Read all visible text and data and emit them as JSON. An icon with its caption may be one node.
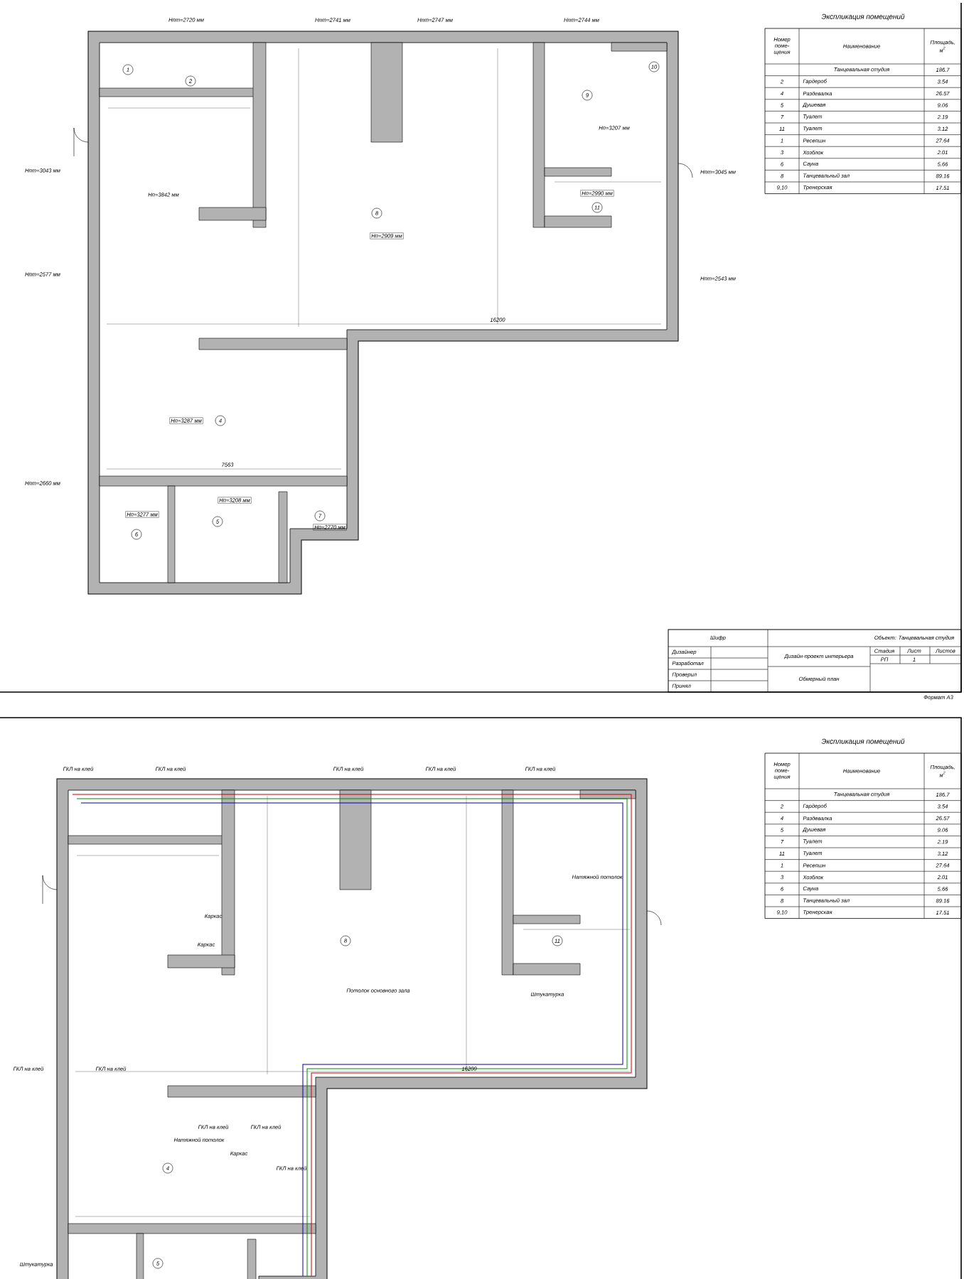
{
  "diagram": {
    "nodes": [
      {
        "text": [
          "1"
        ]
      },
      {
        "text": [
          "2"
        ]
      },
      {
        "text": [
          "10"
        ]
      },
      {
        "text": [
          "9"
        ]
      },
      {
        "text": [
          "8"
        ],
        "beside": [
          "Нп=2909 мм"
        ]
      },
      {
        "text": [
          "11"
        ],
        "beside": [
          "Нп=2990 мм"
        ]
      },
      {
        "text": [
          "4"
        ],
        "beside": [
          "Нп=3287 мм"
        ]
      },
      {
        "text": [
          "7"
        ],
        "beside": [
          "Нп=2770 мм"
        ]
      },
      {
        "text": [
          "5"
        ],
        "beside": [
          "Нп=3208 мм"
        ]
      },
      {
        "text": [
          "6"
        ],
        "beside": [
          "Нп=3277 мм"
        ]
      },
      {
        "text": [
          "8"
        ]
      },
      {
        "text": [
          "11"
        ]
      },
      {
        "text": [
          "4"
        ]
      },
      {
        "text": [
          "5"
        ]
      }
    ],
    "edges": [],
    "labels": [
      "Экспликация помещений",
      "Номер поме- щения",
      "Наименование",
      "Площадь, м$^{2}$",
      "Танцевальная студия",
      "186.7",
      "2",
      "Гардероб",
      "3.54",
      "4",
      "Раздевалка",
      "26.57",
      "5",
      "Душевая",
      "9.06",
      "7",
      "Туалет",
      "2.19",
      "11",
      "Туалет",
      "3.12",
      "1",
      "Ресепшн",
      "27.64",
      "3",
      "Хозблок",
      "2.01",
      "6",
      "Сауна",
      "5.66",
      "8",
      "Танцевальный зал",
      "89.16",
      "9,10",
      "Тренерская",
      "17.51",
      "Шифр",
      "Объект: Танцевальная студия",
      "Дизайнер",
      "Разработал",
      "Проверил",
      "Принял",
      "Дизайн-проект интерьера",
      "Стадия",
      "Лист",
      "Листов",
      "РП",
      "1",
      "Обмерный план",
      "Формат А3",
      "Нпт=2720 мм",
      "Нпт=2741 мм",
      "Нпт=2747 мм",
      "Нпт=2744 мм",
      "Нп=3207 мм",
      "Нпт=3043 мм",
      "Нпт=3045 мм",
      "Нп=3842 мм",
      "Нпт=2577 мм",
      "Нпт=2543 мм",
      "16200",
      "7563",
      "Нпт=2660 мм",
      "Экспликация помещений",
      "Номер поме- щения",
      "Наименование",
      "Площадь, м$^{2}$",
      "Танцевальная студия",
      "186.7",
      "2",
      "Гардероб",
      "3.54",
      "4",
      "Раздевалка",
      "26.57",
      "5",
      "Душевая",
      "9.06",
      "7",
      "Туалет",
      "2.19",
      "11",
      "Туалет",
      "3.12",
      "1",
      "Ресепшн",
      "27.64",
      "3",
      "Хозблок",
      "2.01",
      "6",
      "Сауна",
      "5.66",
      "8",
      "Танцевальный зал",
      "89.16",
      "9,10",
      "Тренерская",
      "17.51",
      "ГКЛ на клей",
      "ГКЛ на клей",
      "ГКЛ на клей",
      "ГКЛ на клей",
      "ГКЛ на клей",
      "Натяжной потолок",
      "Каркас",
      "Каркас",
      "Потолок основного зала",
      "Штукатурка",
      "ГКЛ на клей",
      "ГКЛ на клей",
      "16200",
      "ГКЛ на клей",
      "ГКЛ на клей",
      "Натяжной потолок",
      "Каркас",
      "ГКЛ на клей",
      "Штукатурка"
    ]
  }
}
